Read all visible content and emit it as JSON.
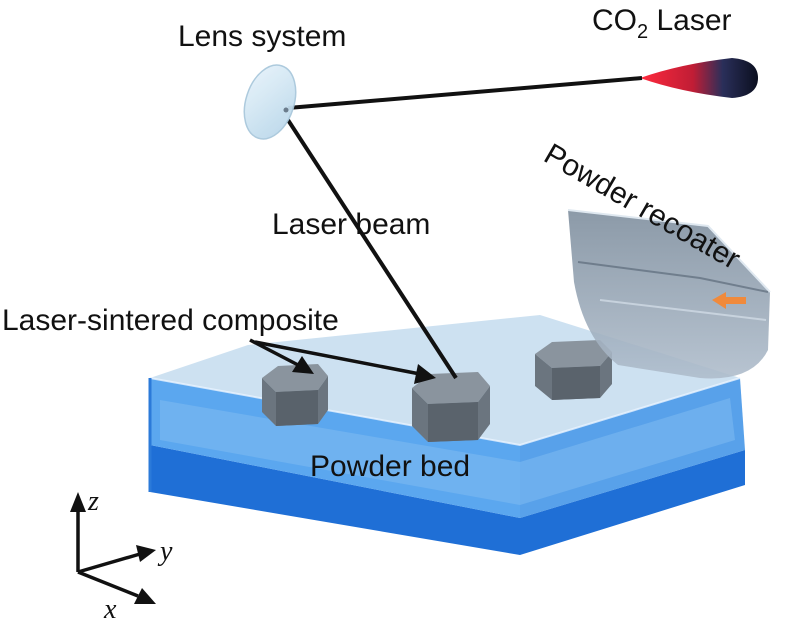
{
  "labels": {
    "lens": "Lens system",
    "laser_prefix": "CO",
    "laser_sub": "2",
    "laser_suffix": " Laser",
    "beam": "Laser beam",
    "recoater": "Powder recoater",
    "composite": "Laser-sintered composite",
    "bed": "Powder bed"
  },
  "axes": {
    "z": "z",
    "y": "y",
    "x": "x"
  },
  "colors": {
    "bed_blue": "#2f86e6",
    "bed_top": "#c6dcee",
    "composite_gray": "#737d87",
    "laser_red": "#d9203a",
    "laser_dark": "#151a2a",
    "arrow_orange": "#f08a3c"
  }
}
